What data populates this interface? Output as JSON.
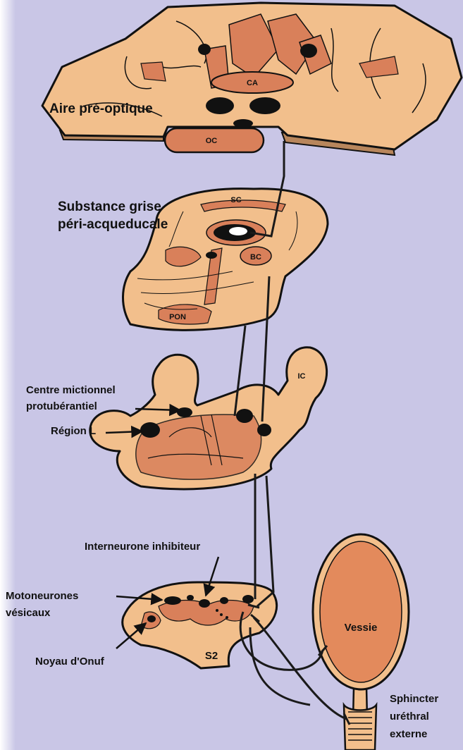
{
  "colors": {
    "background": "#c9c6e6",
    "tissue": "#f2bf8c",
    "nucleus": "#d9805a",
    "outline": "#111111",
    "fiber": "#1a1a1a",
    "bladder": "#e38a5c"
  },
  "sections": {
    "forebrain": {
      "label": "Aire pré-optique",
      "tag_ca": "CA",
      "tag_oc": "OC"
    },
    "midbrain": {
      "label_line1": "Substance grise",
      "label_line2": "péri-acqueducale",
      "tag_sc": "SC",
      "tag_bc": "BC",
      "tag_pon": "PON"
    },
    "pons": {
      "label_centre_line1": "Centre mictionnel",
      "label_centre_line2": "protubérantiel",
      "label_region_l": "Région L",
      "tag_ic": "IC"
    },
    "spinal_cord": {
      "label_interneurone": "Interneurone inhibiteur",
      "label_motoneurones_line1": "Motoneurones",
      "label_motoneurones_line2": "vésicaux",
      "label_onuf": "Noyau d'Onuf",
      "tag_s2": "S2"
    },
    "bladder": {
      "label": "Vessie",
      "sphincter_line1": "Sphincter",
      "sphincter_line2": "uréthral",
      "sphincter_line3": "externe"
    }
  }
}
